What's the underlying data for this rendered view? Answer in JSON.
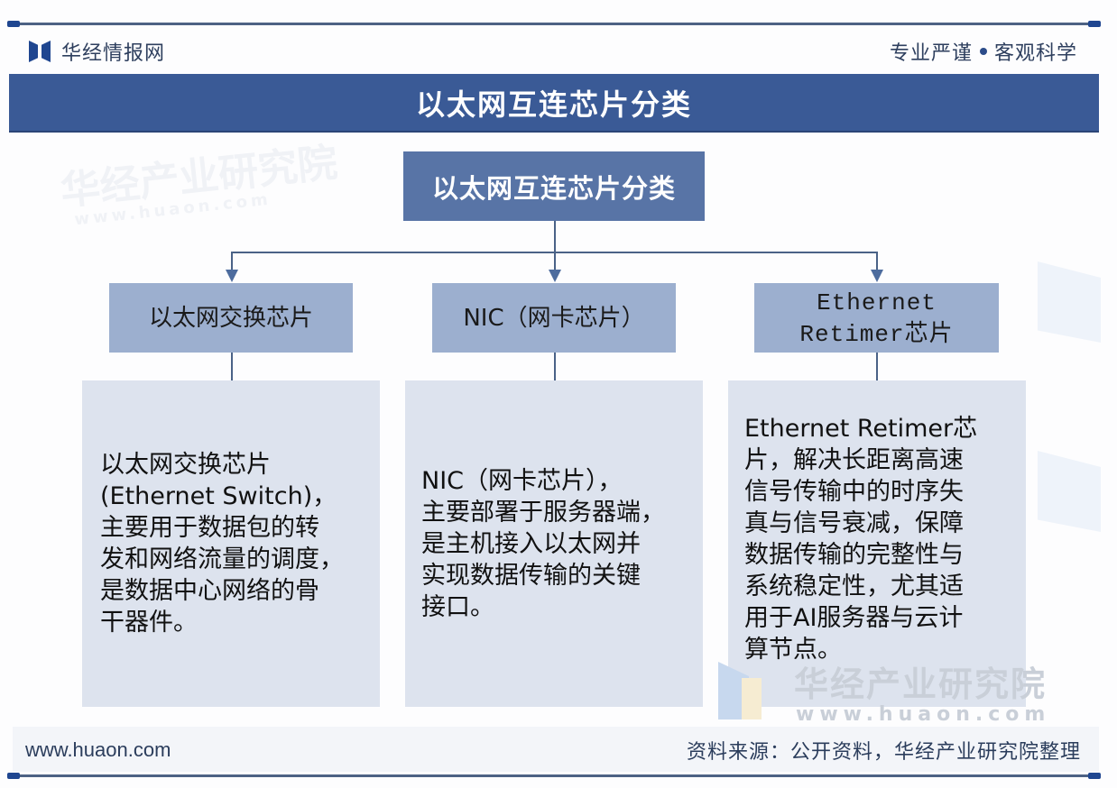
{
  "header": {
    "brand_name": "华经情报网",
    "slogan_left": "专业严谨",
    "slogan_right": "客观科学"
  },
  "banner": {
    "title": "以太网互连芯片分类"
  },
  "diagram": {
    "root": {
      "label": "以太网互连芯片分类"
    },
    "categories": [
      {
        "label": "以太网交换芯片",
        "description": "以太网交换芯片\n(Ethernet Switch)，\n主要用于数据包的转\n发和网络流量的调度，\n是数据中心网络的骨\n干器件。"
      },
      {
        "label": "NIC（网卡芯片）",
        "description": "NIC（网卡芯片），\n主要部署于服务器端，\n是主机接入以太网并\n实现数据传输的关键\n接口。"
      },
      {
        "label_line1": "Ethernet",
        "label_line2": "Retimer芯片",
        "description": "Ethernet Retimer芯\n片，解决长距离高速\n信号传输中的时序失\n真与信号衰减，保障\n数据传输的完整性与\n系统稳定性，尤其适\n用于AI服务器与云计\n算节点。"
      }
    ]
  },
  "watermark": {
    "text": "华经产业研究院",
    "url": "www.huaon.com"
  },
  "footer": {
    "url": "www.huaon.com",
    "source": "资料来源：公开资料，华经产业研究院整理"
  },
  "colors": {
    "banner": "#3a5a96",
    "root_node": "#5874a6",
    "category_node": "#9cafcf",
    "description_box": "#dde3ee",
    "connector": "#4a6287",
    "brand_blue": "#1f4690"
  }
}
